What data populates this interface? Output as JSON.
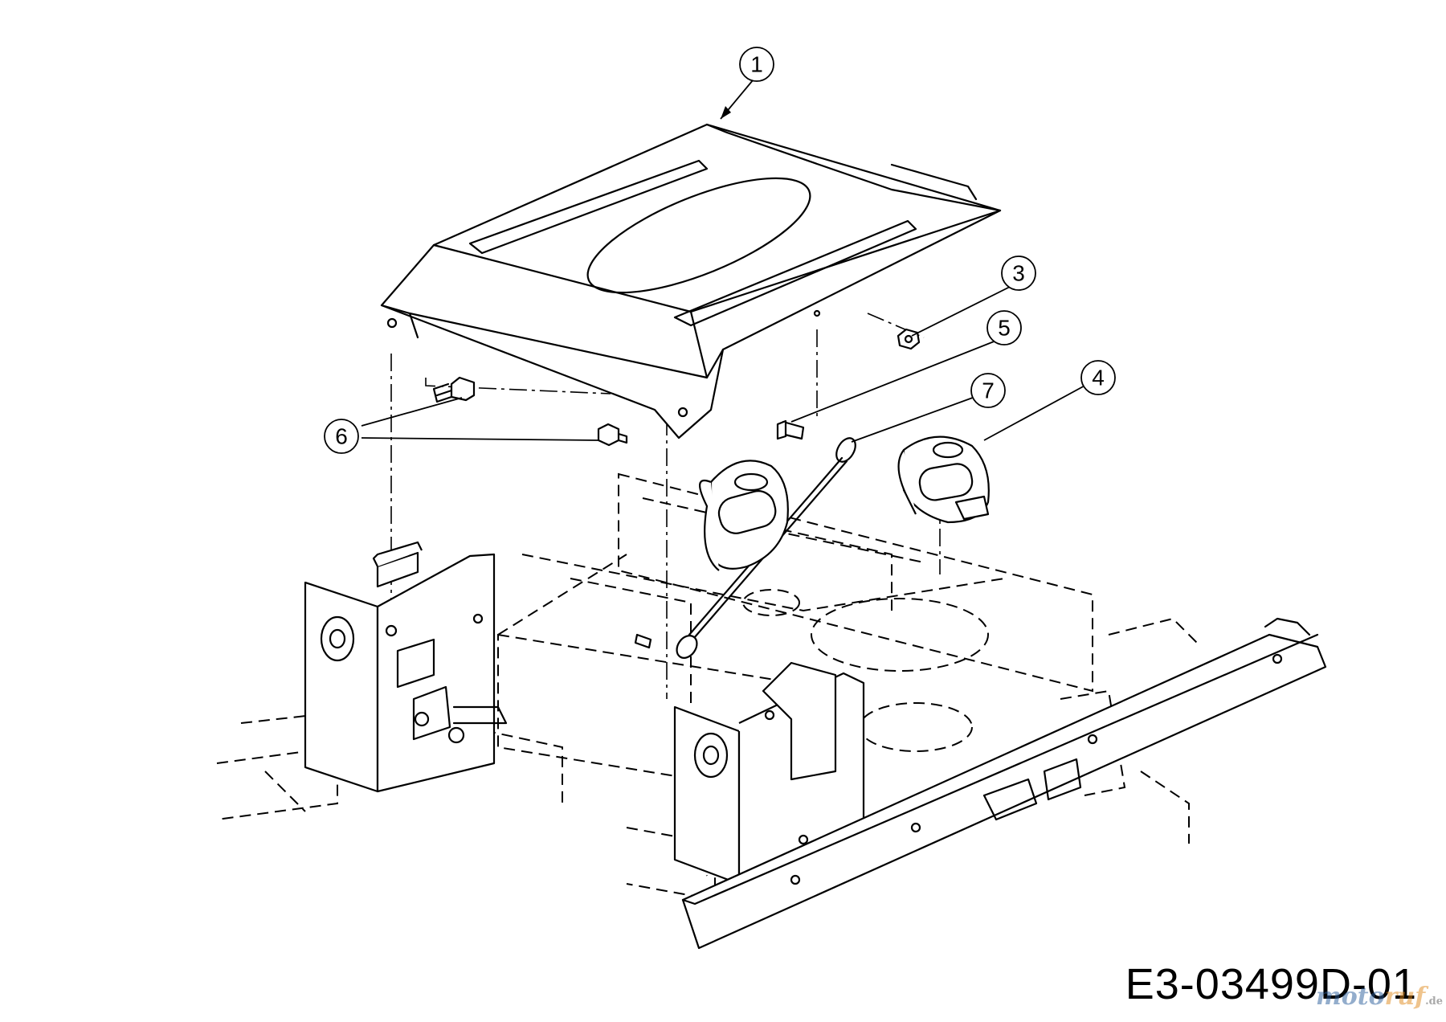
{
  "diagram": {
    "drawing_number": "E3-03499D-01",
    "watermark": {
      "main": "moto",
      "accent": "ruf",
      "tld": ".de"
    },
    "callouts": [
      {
        "id": "1",
        "label": "1"
      },
      {
        "id": "3",
        "label": "3"
      },
      {
        "id": "5",
        "label": "5"
      },
      {
        "id": "7",
        "label": "7"
      },
      {
        "id": "4",
        "label": "4"
      },
      {
        "id": "6",
        "label": "6"
      }
    ],
    "parts": [
      {
        "ref": "1",
        "icon": "seat-pan-icon"
      },
      {
        "ref": "3",
        "icon": "nut-icon"
      },
      {
        "ref": "4",
        "icon": "bumper-icon"
      },
      {
        "ref": "5",
        "icon": "pin-icon"
      },
      {
        "ref": "6",
        "icon": "bolt-icon"
      },
      {
        "ref": "7",
        "icon": "cable-icon"
      }
    ]
  }
}
